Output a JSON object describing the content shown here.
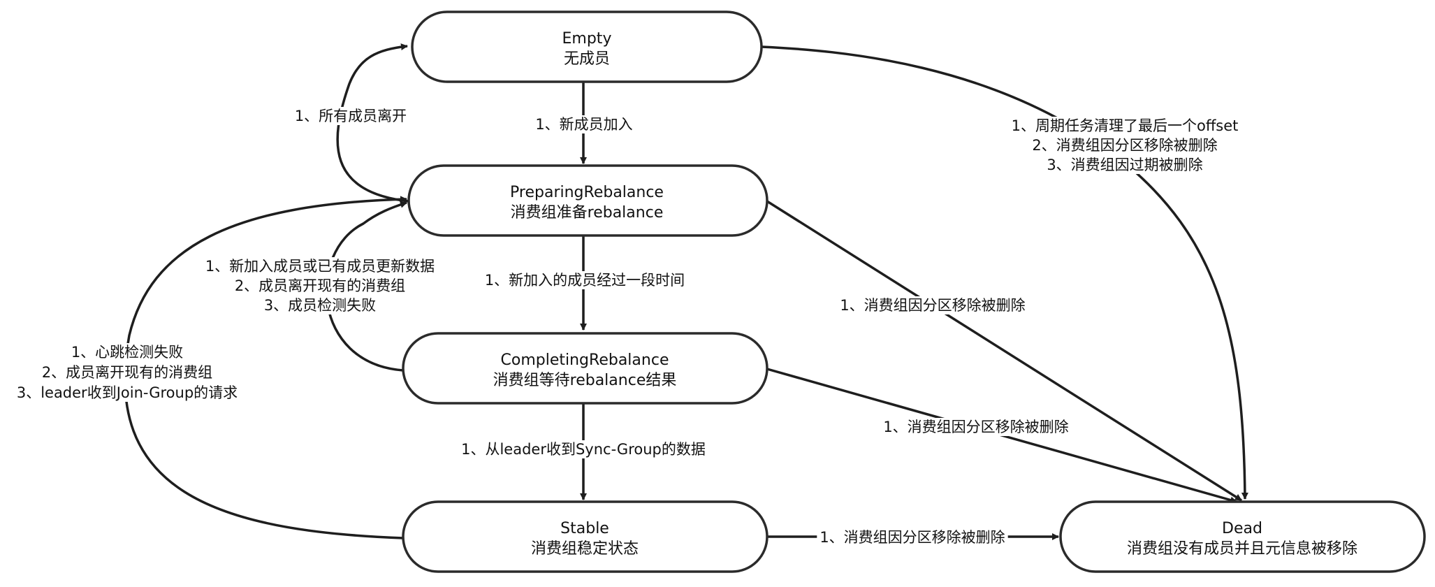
{
  "nodes": {
    "empty": {
      "title": "Empty",
      "subtitle": "无成员"
    },
    "preparing": {
      "title": "PreparingRebalance",
      "subtitle": "消费组准备rebalance"
    },
    "completing": {
      "title": "CompletingRebalance",
      "subtitle": "消费组等待rebalance结果"
    },
    "stable": {
      "title": "Stable",
      "subtitle": "消费组稳定状态"
    },
    "dead": {
      "title": "Dead",
      "subtitle": "消费组没有成员并且元信息被移除"
    }
  },
  "edges": {
    "empty_to_preparing": [
      "1、新成员加入"
    ],
    "preparing_to_empty": [
      "1、所有成员离开"
    ],
    "preparing_to_completing": [
      "1、新加入的成员经过一段时间"
    ],
    "completing_to_preparing": [
      "1、新加入成员或已有成员更新数据",
      "2、成员离开现有的消费组",
      "3、成员检测失败"
    ],
    "stable_to_preparing": [
      "1、心跳检测失败",
      "2、成员离开现有的消费组",
      "3、leader收到Join-Group的请求"
    ],
    "completing_to_stable": [
      "1、从leader收到Sync-Group的数据"
    ],
    "empty_to_dead": [
      "1、周期任务清理了最后一个offset",
      "2、消费组因分区移除被删除",
      "3、消费组因过期被删除"
    ],
    "preparing_to_dead": [
      "1、消费组因分区移除被删除"
    ],
    "completing_to_dead": [
      "1、消费组因分区移除被删除"
    ],
    "stable_to_dead": [
      "1、消费组因分区移除被删除"
    ]
  }
}
